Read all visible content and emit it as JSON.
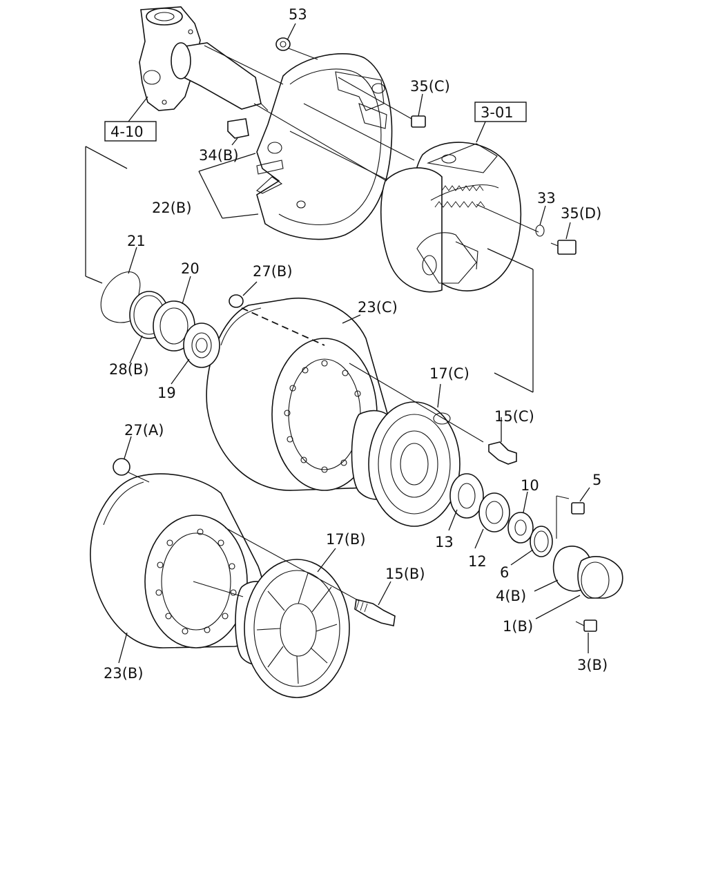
{
  "diagram": {
    "callouts": {
      "p53": "53",
      "p35c": "35(C)",
      "p3_01": "3-01",
      "p4_10": "4-10",
      "p34b": "34(B)",
      "p22b": "22(B)",
      "p33": "33",
      "p35d": "35(D)",
      "p21": "21",
      "p20": "20",
      "p27b": "27(B)",
      "p23c": "23(C)",
      "p28b": "28(B)",
      "p19": "19",
      "p17c": "17(C)",
      "p15c": "15(C)",
      "p27a": "27(A)",
      "p5": "5",
      "p10": "10",
      "p13": "13",
      "p12": "12",
      "p6": "6",
      "p17b": "17(B)",
      "p15b": "15(B)",
      "p4b": "4(B)",
      "p1b": "1(B)",
      "p3b": "3(B)",
      "p23b": "23(B)"
    }
  }
}
